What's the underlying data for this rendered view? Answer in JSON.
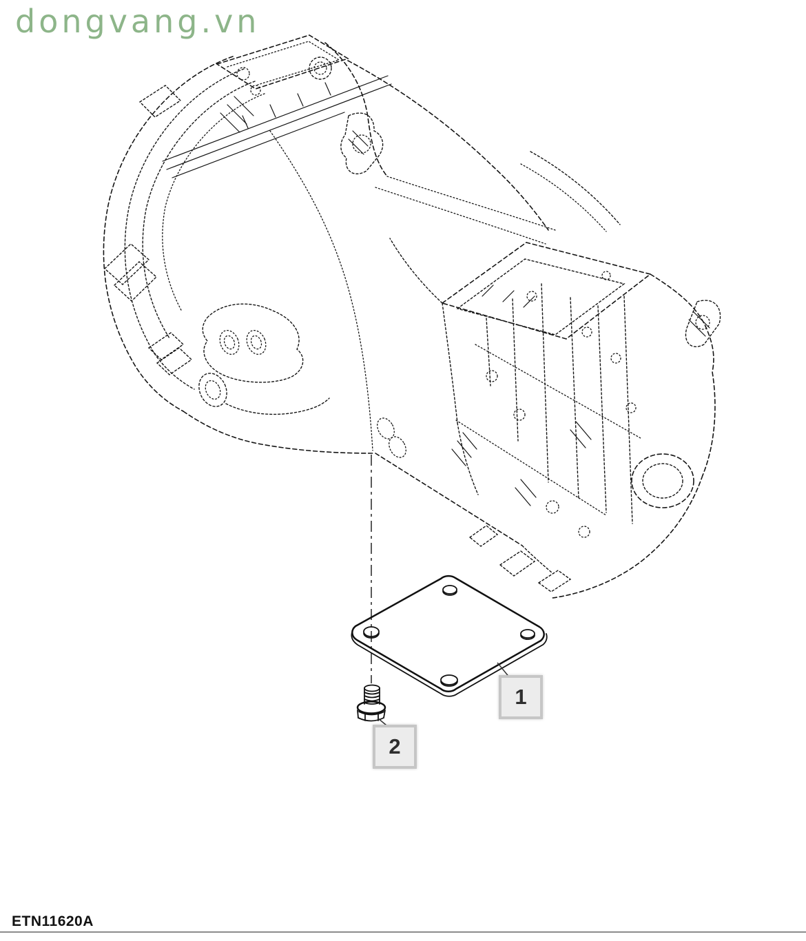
{
  "page": {
    "watermark": "dongvang.vn",
    "drawing_code": "ETN11620A",
    "colors": {
      "watermark_green": "#8db589",
      "line_black": "#151515",
      "callout_fill": "#ececec",
      "callout_border": "#c6c6c6"
    }
  },
  "callouts": [
    {
      "label": "1",
      "points_to": "cover-plate"
    },
    {
      "label": "2",
      "points_to": "flange-bolt"
    }
  ]
}
